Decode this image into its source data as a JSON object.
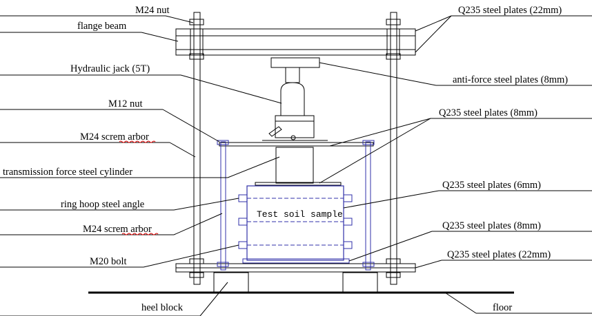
{
  "labels": {
    "m24_nut": "M24 nut",
    "flange_beam": "flange beam",
    "hydraulic_jack": "Hydraulic jack (5T)",
    "m12_nut": "M12 nut",
    "m24_screm_arbor_top": "M24 screm arbor",
    "transmission_cylinder": "transmission force steel cylinder",
    "ring_hoop": "ring hoop steel angle",
    "m24_screm_arbor_bottom": "M24 screm arbor",
    "m20_bolt": "M20 bolt",
    "heel_block": "heel block",
    "q235_22mm_top": "Q235 steel plates (22mm)",
    "anti_force": "anti-force steel plates (8mm)",
    "q235_8mm_upper": "Q235 steel plates (8mm)",
    "q235_6mm": "Q235 steel plates (6mm)",
    "q235_8mm_lower": "Q235 steel plates (8mm)",
    "q235_22mm_bottom": "Q235 steel plates (22mm)",
    "floor": "floor",
    "test_soil_sample": "Test soil sample"
  },
  "colors": {
    "line": "#000000",
    "steel_frame": "#2f2fa8",
    "spellcheck_underline": "#dd0000"
  }
}
